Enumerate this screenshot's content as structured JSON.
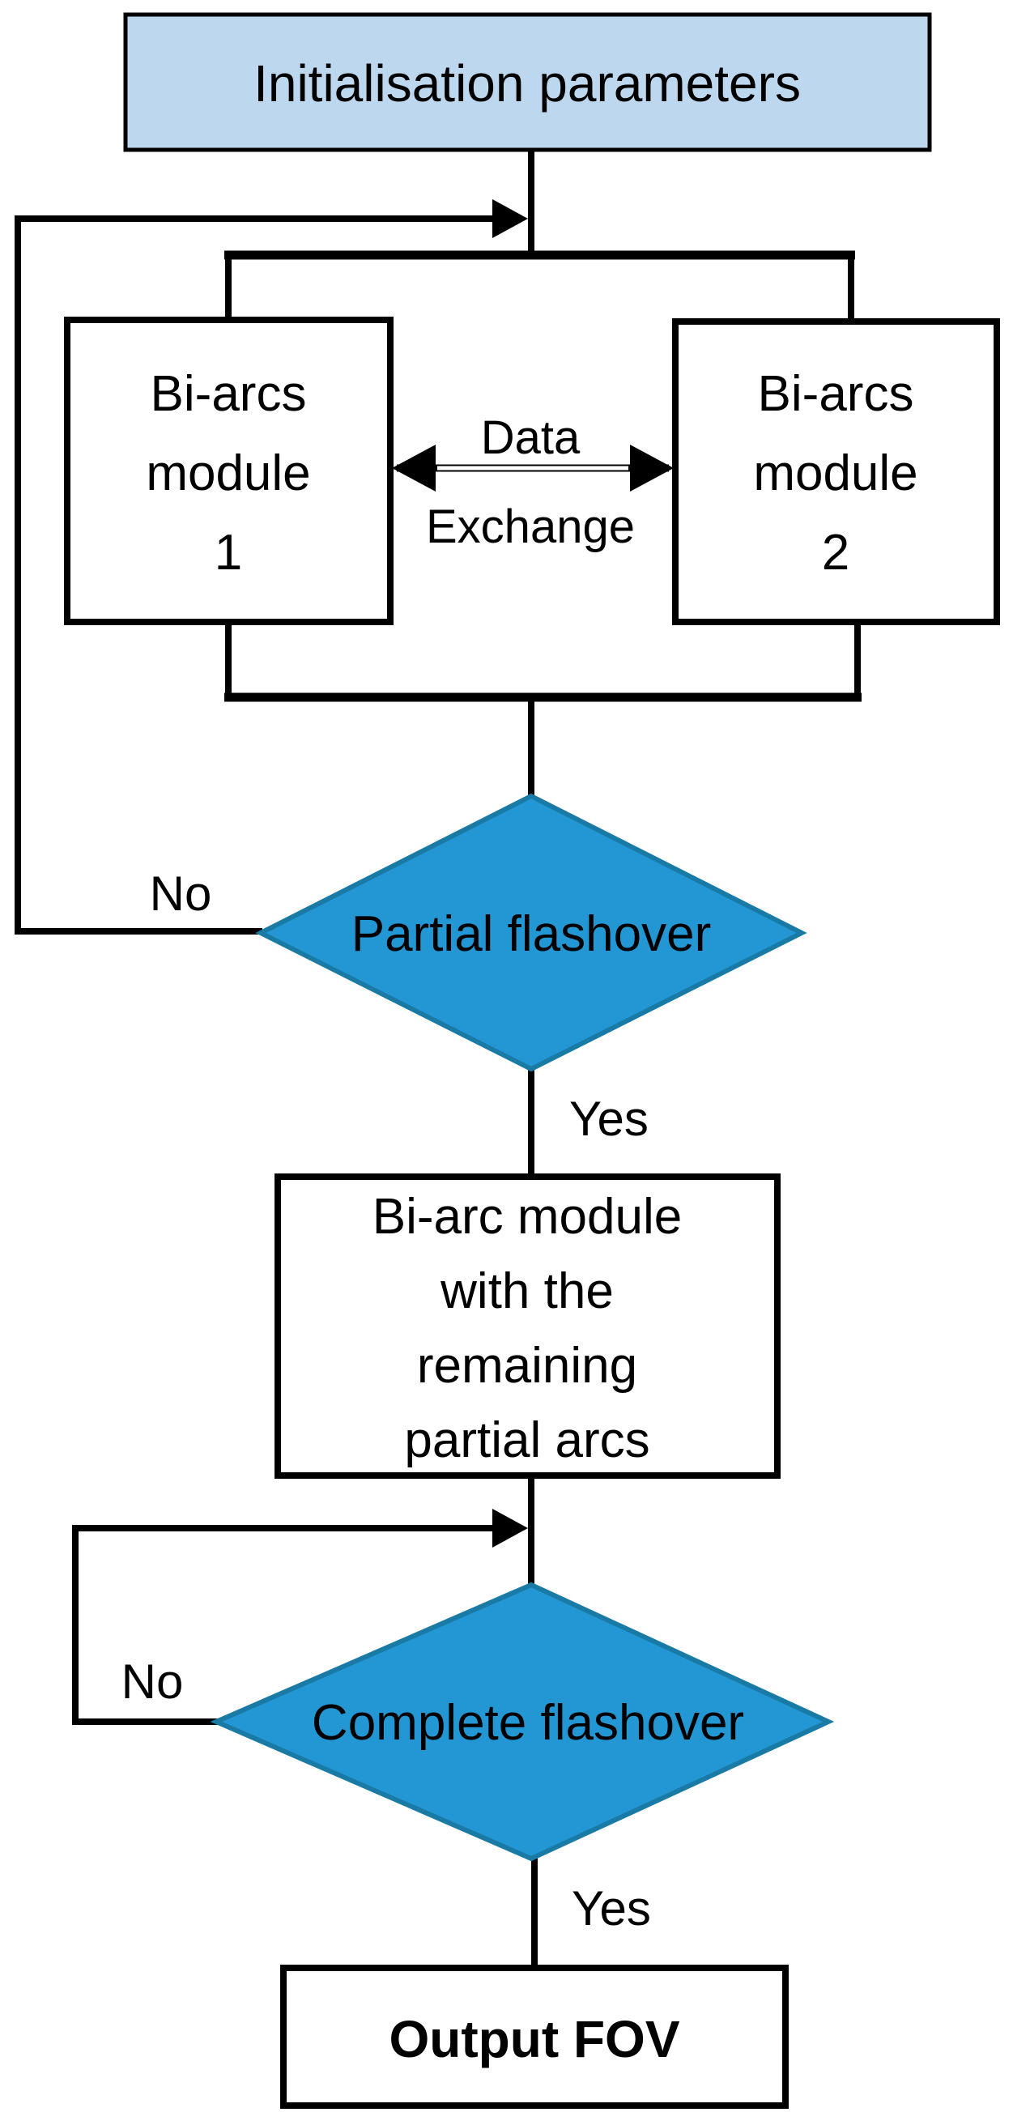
{
  "diagram_type": "flowchart",
  "colors": {
    "canvas_bg": "#ffffff",
    "start_fill": "#BDD7EE",
    "node_fill": "#ffffff",
    "decision_fill": "#2397D4",
    "decision_stroke": "#1A7AA6",
    "line": "#000000",
    "text": "#000000"
  },
  "nodes": {
    "start": {
      "shape": "rectangle",
      "label": "Initialisation parameters"
    },
    "module1": {
      "shape": "rectangle",
      "lines": [
        "Bi-arcs",
        "module",
        "1"
      ]
    },
    "module2": {
      "shape": "rectangle",
      "lines": [
        "Bi-arcs",
        "module",
        "2"
      ]
    },
    "partial_flashover": {
      "shape": "diamond",
      "label": "Partial flashover"
    },
    "biarc_remaining": {
      "shape": "rectangle",
      "lines": [
        "Bi-arc module",
        "with the",
        "remaining",
        "partial arcs"
      ]
    },
    "complete_flashover": {
      "shape": "diamond",
      "label": "Complete flashover"
    },
    "output": {
      "shape": "rectangle",
      "label": "Output FOV"
    }
  },
  "edges": {
    "data_exchange": {
      "type": "bidirectional-arrow",
      "label_line1": "Data",
      "label_line2": "Exchange"
    },
    "partial_no": {
      "label": "No"
    },
    "partial_yes": {
      "label": "Yes"
    },
    "complete_no": {
      "label": "No"
    },
    "complete_yes": {
      "label": "Yes"
    }
  }
}
